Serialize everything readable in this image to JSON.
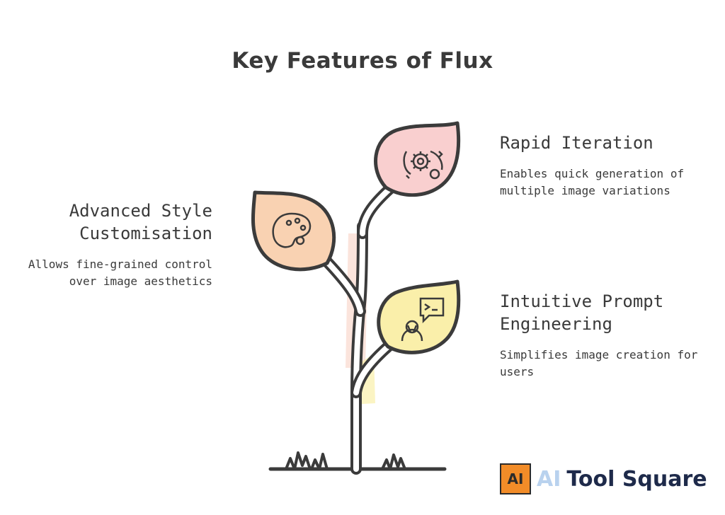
{
  "title": "Key Features of Flux",
  "features": [
    {
      "title_lines": [
        "Rapid Iteration"
      ],
      "desc_lines": [
        "Enables quick generation of",
        "multiple image variations"
      ],
      "icon": "gears-cycle-icon",
      "leaf_color": "#f9cfcf"
    },
    {
      "title_lines": [
        "Advanced Style",
        "Customisation"
      ],
      "desc_lines": [
        "Allows fine-grained control",
        "over image aesthetics"
      ],
      "icon": "palette-icon",
      "leaf_color": "#f9d2b2"
    },
    {
      "title_lines": [
        "Intuitive Prompt",
        "Engineering"
      ],
      "desc_lines": [
        "Simplifies image creation for",
        "users"
      ],
      "icon": "prompt-chat-icon",
      "leaf_color": "#faefaa"
    }
  ],
  "logo": {
    "badge": "AI",
    "ai": "AI",
    "rest": "Tool Square",
    "colors": {
      "badge": "#f28c28",
      "ai": "#b9d2ee",
      "rest": "#1e2a4a"
    }
  }
}
